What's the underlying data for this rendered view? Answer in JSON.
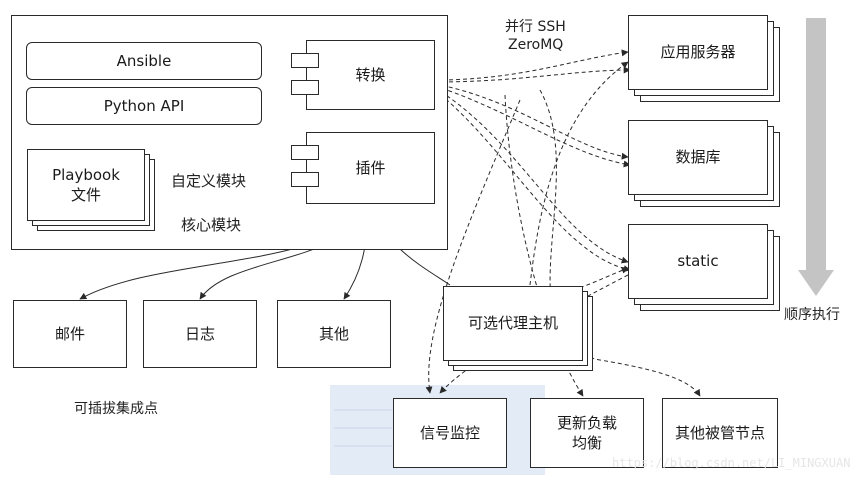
{
  "core": {
    "ansible": "Ansible",
    "python_api": "Python API",
    "playbook_line1": "Playbook",
    "playbook_line2": "文件",
    "custom_module": "自定义模块",
    "core_module": "核心模块",
    "transform": "转换",
    "plugin": "插件"
  },
  "plugins": {
    "mail": "邮件",
    "log": "日志",
    "other": "其他",
    "caption": "可插拔集成点"
  },
  "transport": {
    "line1": "并行 SSH",
    "line2": "ZeroMQ"
  },
  "targets": {
    "app_server": "应用服务器",
    "database": "数据库",
    "static": "static",
    "order_label": "顺序执行"
  },
  "proxy": {
    "label": "可选代理主机"
  },
  "managed": {
    "signal": "信号监控",
    "lb_line1": "更新负载",
    "lb_line2": "均衡",
    "other_nodes": "其他被管节点"
  },
  "watermark": "https://blog.csdn.net/LI_MINGXUAN",
  "colors": {
    "line": "#2a2a2a",
    "arrow_gray": "#c4c4c4",
    "proxy_band": "#dde6f3"
  }
}
